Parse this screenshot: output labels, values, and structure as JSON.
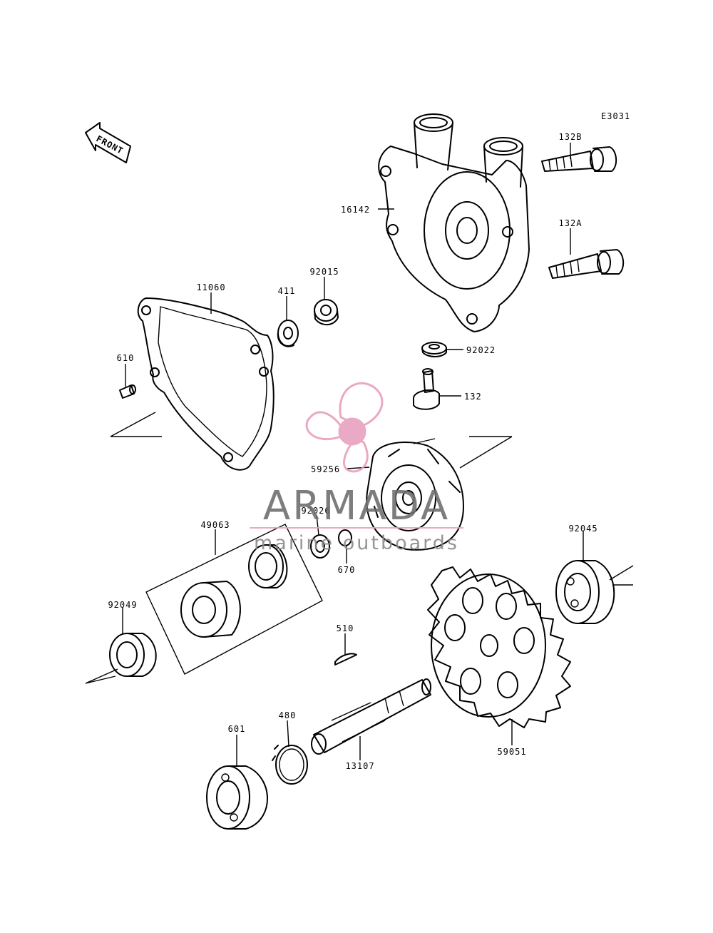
{
  "diagram_code": "E3031",
  "front_arrow": "FRONT",
  "watermark": {
    "brand": "ARMADA",
    "tagline": "marine outboards",
    "logo_icon": "propeller-icon",
    "logo_color": "#e8a0bf",
    "line_color": "#e8a0bf"
  },
  "parts": [
    {
      "id": "132b",
      "number": "132B"
    },
    {
      "id": "16142",
      "number": "16142"
    },
    {
      "id": "132a",
      "number": "132A"
    },
    {
      "id": "11060",
      "number": "11060"
    },
    {
      "id": "411",
      "number": "411"
    },
    {
      "id": "92015",
      "number": "92015"
    },
    {
      "id": "92022",
      "number": "92022"
    },
    {
      "id": "610",
      "number": "610"
    },
    {
      "id": "132",
      "number": "132"
    },
    {
      "id": "59256",
      "number": "59256"
    },
    {
      "id": "92026",
      "number": "92026"
    },
    {
      "id": "49063",
      "number": "49063"
    },
    {
      "id": "670",
      "number": "670"
    },
    {
      "id": "92045",
      "number": "92045"
    },
    {
      "id": "92049",
      "number": "92049"
    },
    {
      "id": "510",
      "number": "510"
    },
    {
      "id": "480",
      "number": "480"
    },
    {
      "id": "601",
      "number": "601"
    },
    {
      "id": "13107",
      "number": "13107"
    },
    {
      "id": "59051",
      "number": "59051"
    }
  ]
}
